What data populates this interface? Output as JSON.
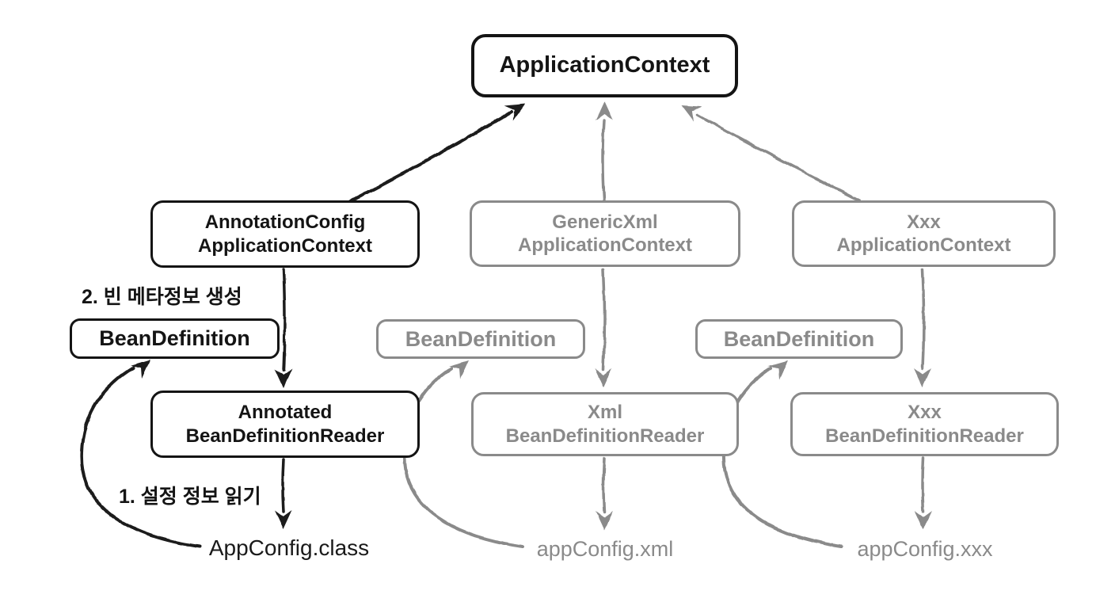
{
  "colors": {
    "active_black": "#141414",
    "inactive_gray": "#8a8a8a",
    "background": "#ffffff"
  },
  "nodes": {
    "application_context": {
      "label": "ApplicationContext",
      "state": "active"
    },
    "annotation_config_application_context": {
      "label": "AnnotationConfig\nApplicationContext",
      "state": "active"
    },
    "generic_xml_application_context": {
      "label": "GenericXml\nApplicationContext",
      "state": "inactive"
    },
    "xxx_application_context": {
      "label": "Xxx\nApplicationContext",
      "state": "inactive"
    },
    "bean_definition_annotation": {
      "label": "BeanDefinition",
      "state": "active"
    },
    "bean_definition_xml": {
      "label": "BeanDefinition",
      "state": "inactive"
    },
    "bean_definition_xxx": {
      "label": "BeanDefinition",
      "state": "inactive"
    },
    "annotated_bean_definition_reader": {
      "label": "Annotated\nBeanDefinitionReader",
      "state": "active"
    },
    "xml_bean_definition_reader": {
      "label": "Xml\nBeanDefinitionReader",
      "state": "inactive"
    },
    "xxx_bean_definition_reader": {
      "label": "Xxx\nBeanDefinitionReader",
      "state": "inactive"
    },
    "app_config_class": {
      "label": "AppConfig.class",
      "state": "active"
    },
    "app_config_xml": {
      "label": "appConfig.xml",
      "state": "inactive"
    },
    "app_config_xxx": {
      "label": "appConfig.xxx",
      "state": "inactive"
    }
  },
  "annotations": {
    "step_2": {
      "label": "2. 빈 메타정보 생성"
    },
    "step_1": {
      "label": "1. 설정 정보 읽기"
    }
  }
}
